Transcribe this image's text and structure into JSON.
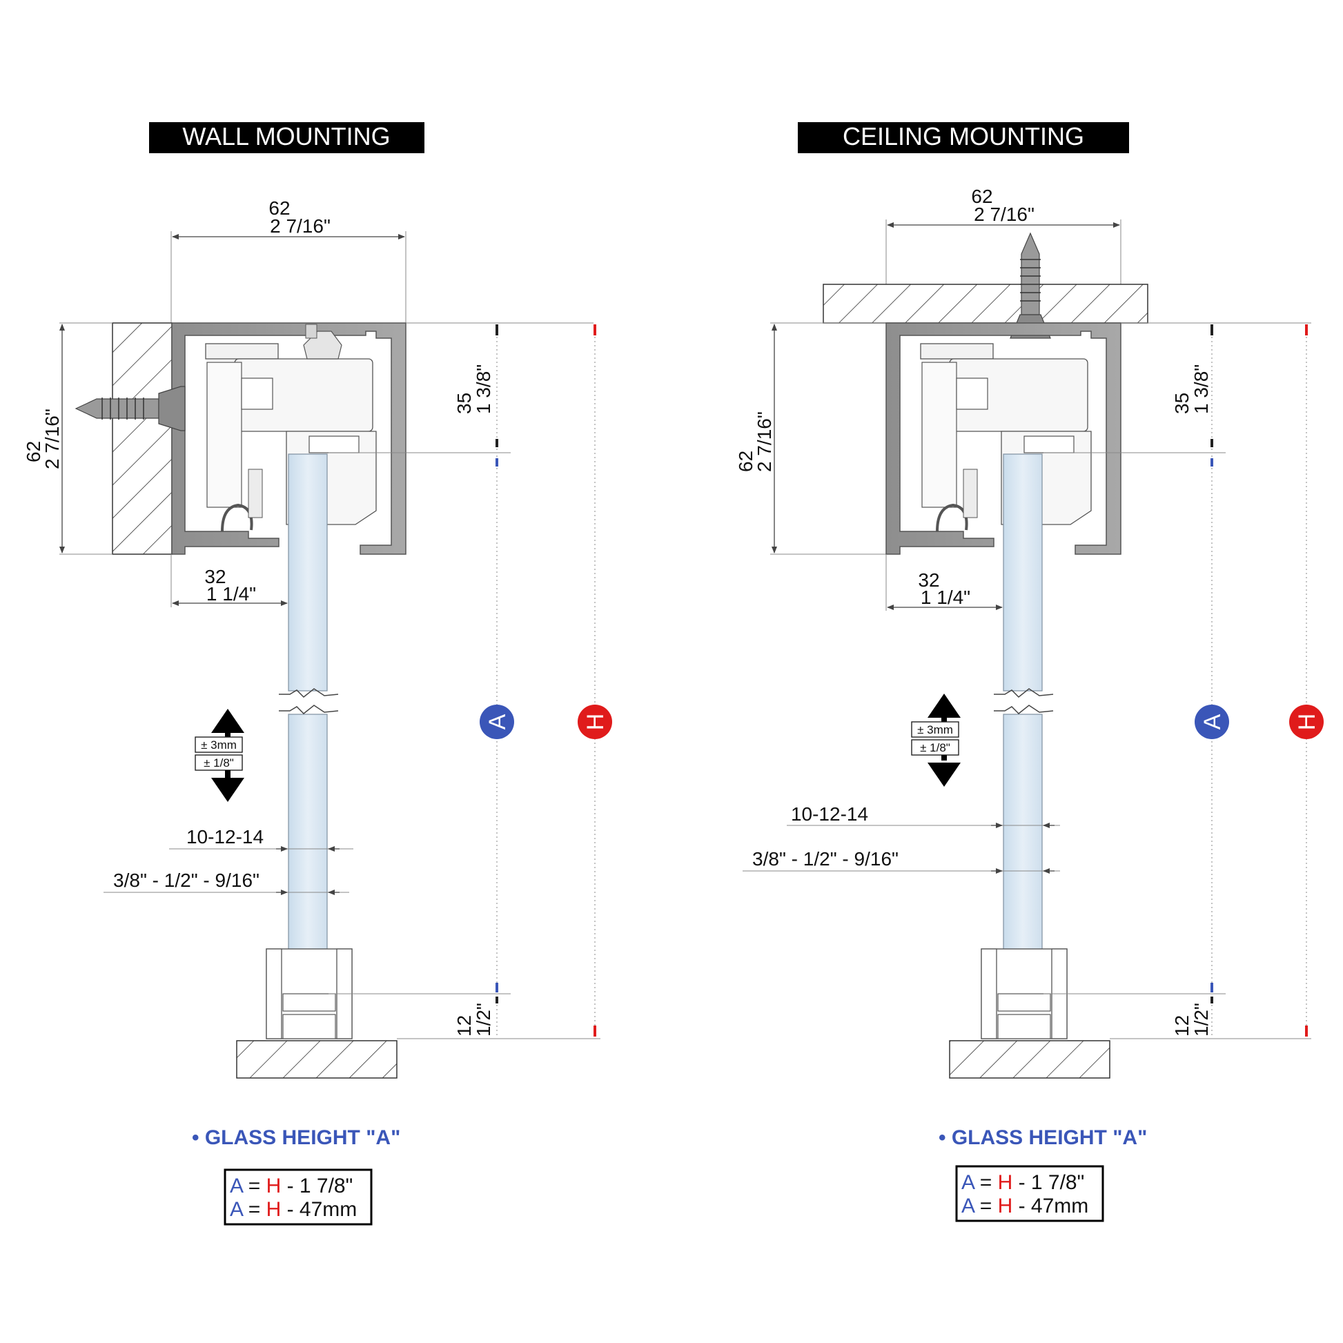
{
  "colors": {
    "blue": "#3a56b8",
    "red": "#e01b1b",
    "glass": "#dfeaf4",
    "aluminium": "#9c9c9c",
    "black": "#000000"
  },
  "panels": [
    {
      "title": "WALL MOUNTING",
      "width_mm": "62",
      "width_in": "2 7/16\"",
      "height_mm": "62",
      "height_in": "2 7/16\"",
      "top_mm": "35",
      "top_in": "1 3/8\"",
      "offset_mm": "32",
      "offset_in": "1 1/4\"",
      "adjust_mm": "± 3mm",
      "adjust_in": "± 1/8\"",
      "glass_mm": "10-12-14",
      "glass_in": "3/8\" - 1/2\" - 9/16\"",
      "bottom_mm": "12",
      "bottom_in": "1/2\"",
      "badge_a": "A",
      "badge_h": "H",
      "glass_height_label": "• GLASS HEIGHT \"A\"",
      "formula1": {
        "a": "A",
        "eq": " = ",
        "h": "H",
        "rest": " - 1 7/8\""
      },
      "formula2": {
        "a": "A",
        "eq": " = ",
        "h": "H",
        "rest": " - 47mm"
      }
    },
    {
      "title": "CEILING MOUNTING",
      "width_mm": "62",
      "width_in": "2 7/16\"",
      "height_mm": "62",
      "height_in": "2 7/16\"",
      "top_mm": "35",
      "top_in": "1 3/8\"",
      "offset_mm": "32",
      "offset_in": "1 1/4\"",
      "adjust_mm": "± 3mm",
      "adjust_in": "± 1/8\"",
      "glass_mm": "10-12-14",
      "glass_in": "3/8\" - 1/2\" - 9/16\"",
      "bottom_mm": "12",
      "bottom_in": "1/2\"",
      "badge_a": "A",
      "badge_h": "H",
      "glass_height_label": "• GLASS HEIGHT \"A\"",
      "formula1": {
        "a": "A",
        "eq": " = ",
        "h": "H",
        "rest": " - 1 7/8\""
      },
      "formula2": {
        "a": "A",
        "eq": " = ",
        "h": "H",
        "rest": " - 47mm"
      }
    }
  ]
}
